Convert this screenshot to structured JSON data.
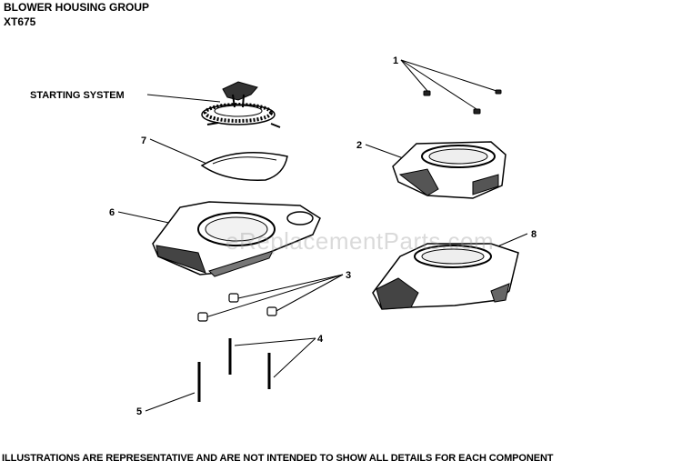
{
  "header": {
    "title": "BLOWER HOUSING GROUP",
    "model": "XT675"
  },
  "labels": {
    "starting_system": "STARTING SYSTEM"
  },
  "callouts": [
    "1",
    "2",
    "3",
    "4",
    "5",
    "6",
    "7",
    "8"
  ],
  "watermark": "eReplacementParts.com",
  "footer": "ILLUSTRATIONS ARE REPRESENTATIVE AND ARE NOT INTENDED TO SHOW ALL DETAILS FOR EACH COMPONENT"
}
